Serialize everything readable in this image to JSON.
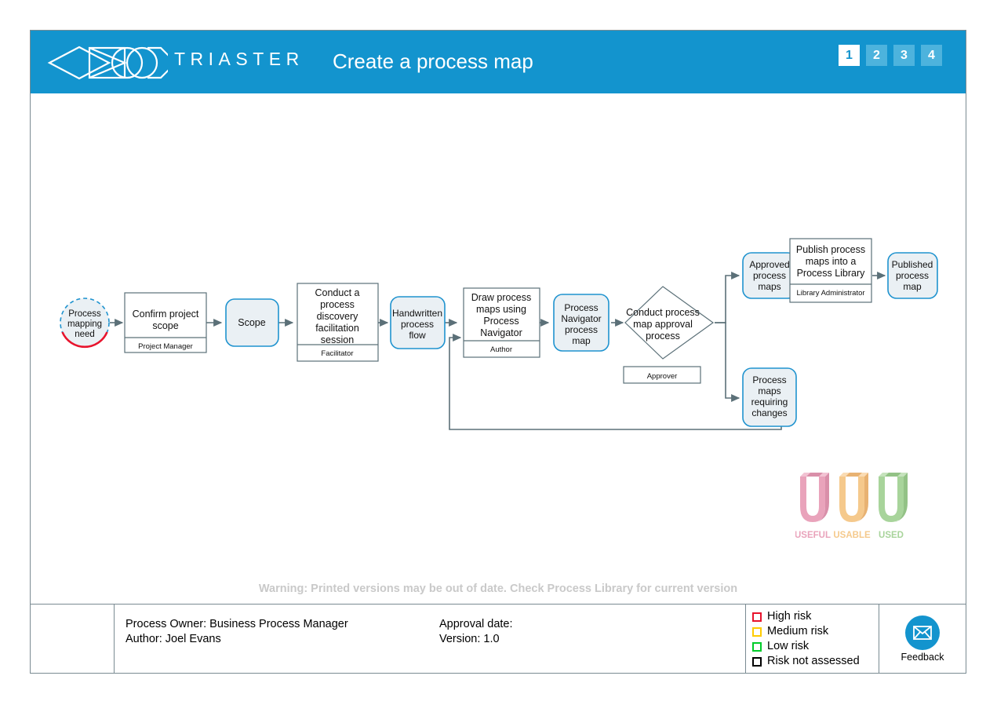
{
  "header": {
    "brand": "TRIASTER",
    "brand_icon": "triaster-logo-icon",
    "title": "Create a process map",
    "pages": [
      {
        "label": "1",
        "active": true
      },
      {
        "label": "2",
        "active": false
      },
      {
        "label": "3",
        "active": false
      },
      {
        "label": "4",
        "active": false
      }
    ],
    "bg_color": "#1394ce"
  },
  "flow": {
    "nodes": [
      {
        "id": "start",
        "type": "circle",
        "label": "Process\nmapping\nneed",
        "role": null
      },
      {
        "id": "confirm",
        "type": "activity",
        "label": "Confirm project\nscope",
        "role": "Project Manager"
      },
      {
        "id": "scope",
        "type": "deliverable",
        "label": "Scope",
        "role": null
      },
      {
        "id": "conduct",
        "type": "activity",
        "label": "Conduct a\nprocess\ndiscovery\nfacilitation\nsession",
        "role": "Facilitator"
      },
      {
        "id": "handwritten",
        "type": "deliverable",
        "label": "Handwritten\nprocess\nflow",
        "role": null
      },
      {
        "id": "draw",
        "type": "activity",
        "label": "Draw process\nmaps using\nProcess\nNavigator",
        "role": "Author"
      },
      {
        "id": "navmap",
        "type": "deliverable",
        "label": "Process\nNavigator\nprocess\nmap",
        "role": null
      },
      {
        "id": "approval",
        "type": "decision",
        "label": "Conduct process\nmap approval\nprocess",
        "role": "Approver"
      },
      {
        "id": "approved",
        "type": "deliverable",
        "label": "Approved\nprocess\nmaps",
        "role": null
      },
      {
        "id": "changes",
        "type": "deliverable",
        "label": "Process\nmaps\nrequiring\nchanges",
        "role": null
      },
      {
        "id": "publish",
        "type": "activity",
        "label": "Publish process\nmaps into a\nProcess Library",
        "role": "Library Administrator"
      },
      {
        "id": "published",
        "type": "deliverable",
        "label": "Published\nprocess\nmap",
        "role": null
      }
    ],
    "colors": {
      "node_fill": "#eaf0f4",
      "node_border": "#1f93cf",
      "activity_border": "#5b7078",
      "connector": "#5b7078",
      "start_accent": "#e8142d"
    }
  },
  "uuu": {
    "items": [
      {
        "label": "USEFUL",
        "color": "#e9a3bb"
      },
      {
        "label": "USABLE",
        "color": "#f5c98c"
      },
      {
        "label": "USED",
        "color": "#a8d49b"
      }
    ]
  },
  "warning": {
    "text": "Warning: Printed versions may be out of date. Check Process Library for current version"
  },
  "footer": {
    "process_owner": "Process Owner: Business Process Manager",
    "author": "Author: Joel Evans",
    "approval_date": "Approval date:",
    "version": "Version: 1.0",
    "risk_legend": [
      {
        "label": "High risk",
        "color": "#e8142d"
      },
      {
        "label": "Medium risk",
        "color": "#ffcc00"
      },
      {
        "label": "Low risk",
        "color": "#00cc2a"
      },
      {
        "label": "Risk not assessed",
        "color": "#000000"
      }
    ],
    "feedback_label": "Feedback",
    "feedback_icon": "envelope-icon"
  }
}
